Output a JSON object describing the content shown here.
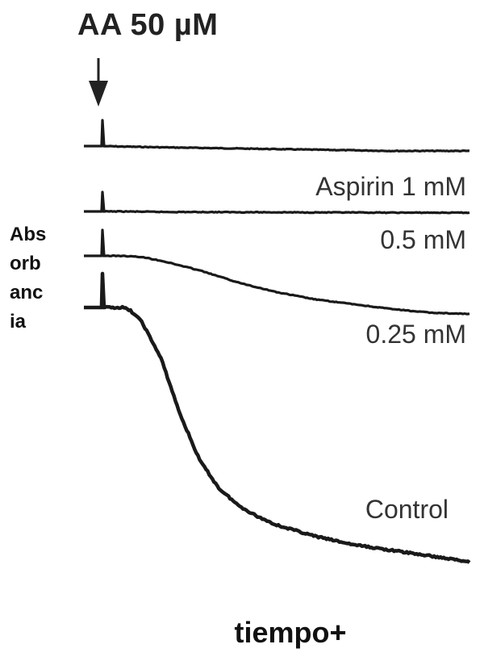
{
  "chart_data": {
    "type": "line",
    "title": "",
    "annotation": "AA 50 µM",
    "ylabel": [
      "Abs",
      "orb",
      "anc",
      "ia"
    ],
    "xlabel": "tiempo+",
    "x_range": [
      0,
      1
    ],
    "y_range": [
      0,
      1
    ],
    "grid": false,
    "legend": "none",
    "series": [
      {
        "name": "Aspirin 1 mM",
        "color": "#1a1a1a",
        "x": [
          0,
          0.05,
          0.1,
          0.2,
          0.4,
          0.6,
          0.8,
          1.0
        ],
        "y": [
          1.0,
          1.0,
          0.998,
          0.995,
          0.99,
          0.985,
          0.98,
          0.98
        ]
      },
      {
        "name": "0.5 mM",
        "color": "#1a1a1a",
        "x": [
          0,
          0.05,
          0.1,
          0.2,
          0.4,
          0.6,
          0.8,
          1.0
        ],
        "y": [
          1.0,
          1.0,
          1.0,
          0.998,
          0.997,
          0.996,
          0.995,
          0.995
        ]
      },
      {
        "name": "0.25 mM",
        "color": "#1a1a1a",
        "x": [
          0,
          0.05,
          0.1,
          0.15,
          0.2,
          0.3,
          0.4,
          0.5,
          0.6,
          0.7,
          0.8,
          0.9,
          1.0
        ],
        "y": [
          1.0,
          1.0,
          1.0,
          0.995,
          0.98,
          0.94,
          0.89,
          0.85,
          0.82,
          0.8,
          0.78,
          0.765,
          0.76
        ]
      },
      {
        "name": "Control",
        "color": "#1a1a1a",
        "x": [
          0,
          0.05,
          0.1,
          0.12,
          0.15,
          0.2,
          0.25,
          0.3,
          0.35,
          0.4,
          0.45,
          0.5,
          0.6,
          0.7,
          0.8,
          0.9,
          1.0
        ],
        "y": [
          1.0,
          1.0,
          1.0,
          0.99,
          0.95,
          0.82,
          0.62,
          0.46,
          0.36,
          0.3,
          0.26,
          0.23,
          0.19,
          0.16,
          0.14,
          0.12,
          0.1
        ]
      }
    ],
    "trace_labels": [
      "Aspirin 1 mM",
      "0.5 mM",
      "0.25 mM",
      "Control"
    ]
  }
}
